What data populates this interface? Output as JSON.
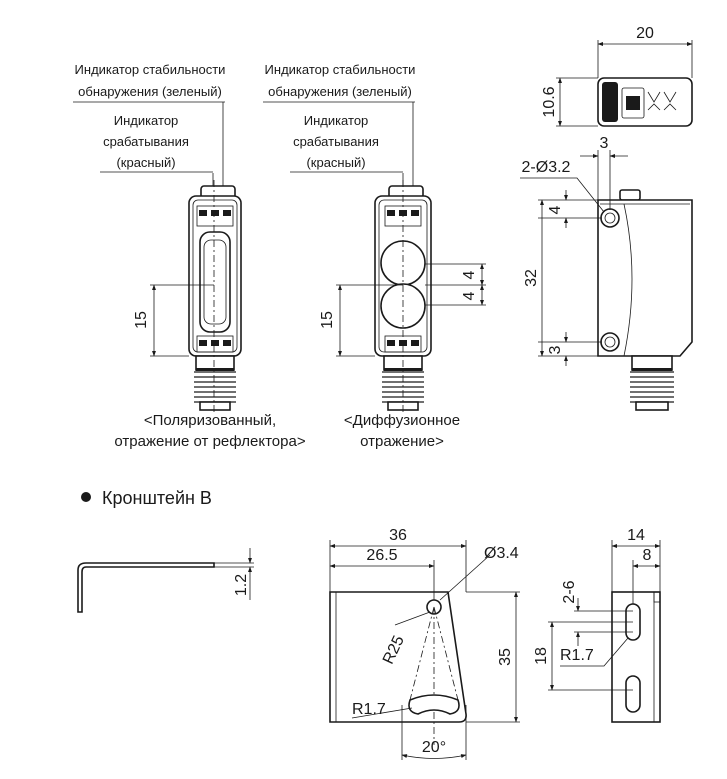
{
  "labels": {
    "stability_indicator": [
      "Индикатор стабильности",
      "обнаружения (зеленый)"
    ],
    "operation_indicator": [
      "Индикатор",
      "срабатывания",
      "(красный)"
    ],
    "caption_polarized": [
      "<Поляризованный,",
      "отражение от рефлектора>"
    ],
    "caption_diffuse": [
      "<Диффузионное",
      "отражение>"
    ],
    "bracket_title": "Кронштейн B"
  },
  "dimensions": {
    "sensor_width": "20",
    "sensor_depth": "10.6",
    "hole_spec": "2-Ø3.2",
    "hole_offset": "3",
    "hole_top": "4",
    "body_height": "32",
    "hole_bottom": "3",
    "lens_offset_a": "15",
    "lens_offset_b": "15",
    "lens_gap_a": "4",
    "lens_gap_b": "4",
    "bracket_thickness": "1.2",
    "bracket_width": "36",
    "bracket_hole_x": "26.5",
    "bracket_hole_dia": "Ø3.4",
    "bracket_radius": "R25",
    "bracket_slot_r": "R1.7",
    "bracket_angle": "20°",
    "bracket_height": "35",
    "side_width": "14",
    "side_offset": "8",
    "side_slot_range": "2-6",
    "side_slot_spacing": "18",
    "side_slot_r": "R1.7"
  }
}
